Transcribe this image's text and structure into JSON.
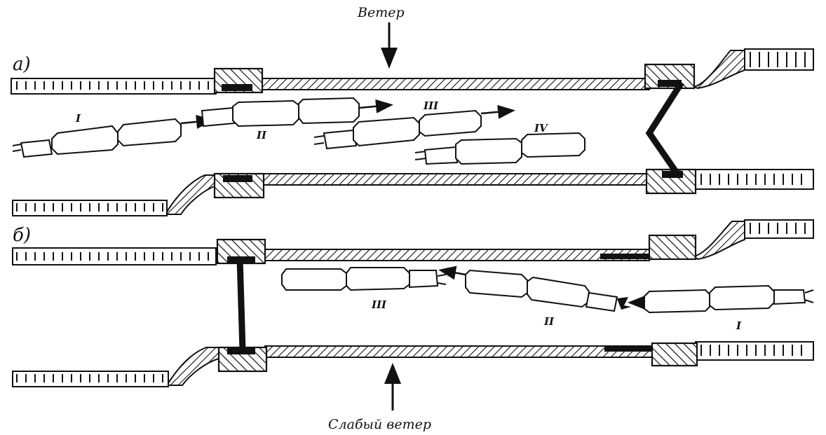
{
  "labels": {
    "wind_top": "Ветер",
    "wind_bottom": "Слабый ветер",
    "panel_a": "а)",
    "panel_b": "б)"
  },
  "sections": {
    "a": {
      "sections": [
        "I",
        "II",
        "III",
        "IV"
      ]
    },
    "b": {
      "sections": [
        "III",
        "II",
        "I"
      ]
    }
  }
}
